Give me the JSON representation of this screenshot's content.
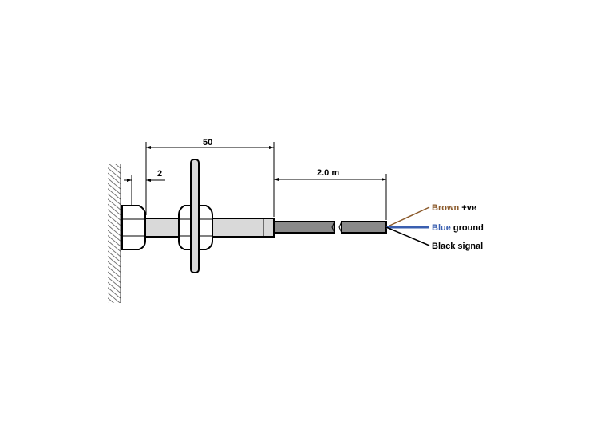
{
  "dimensions": {
    "overall_length": "50",
    "gap": "2",
    "cable_length": "2.0 m"
  },
  "wires": [
    {
      "color_name": "Brown",
      "function": "+ve",
      "color": "#8b5a2b"
    },
    {
      "color_name": "Blue",
      "function": "ground",
      "color": "#3a5fb0"
    },
    {
      "color_name": "Black",
      "function": "signal",
      "color": "#000000"
    }
  ],
  "colors": {
    "body_fill": "#d9d9d9",
    "cable_fill": "#8a8a8a",
    "wall_hatch": "#555555"
  }
}
